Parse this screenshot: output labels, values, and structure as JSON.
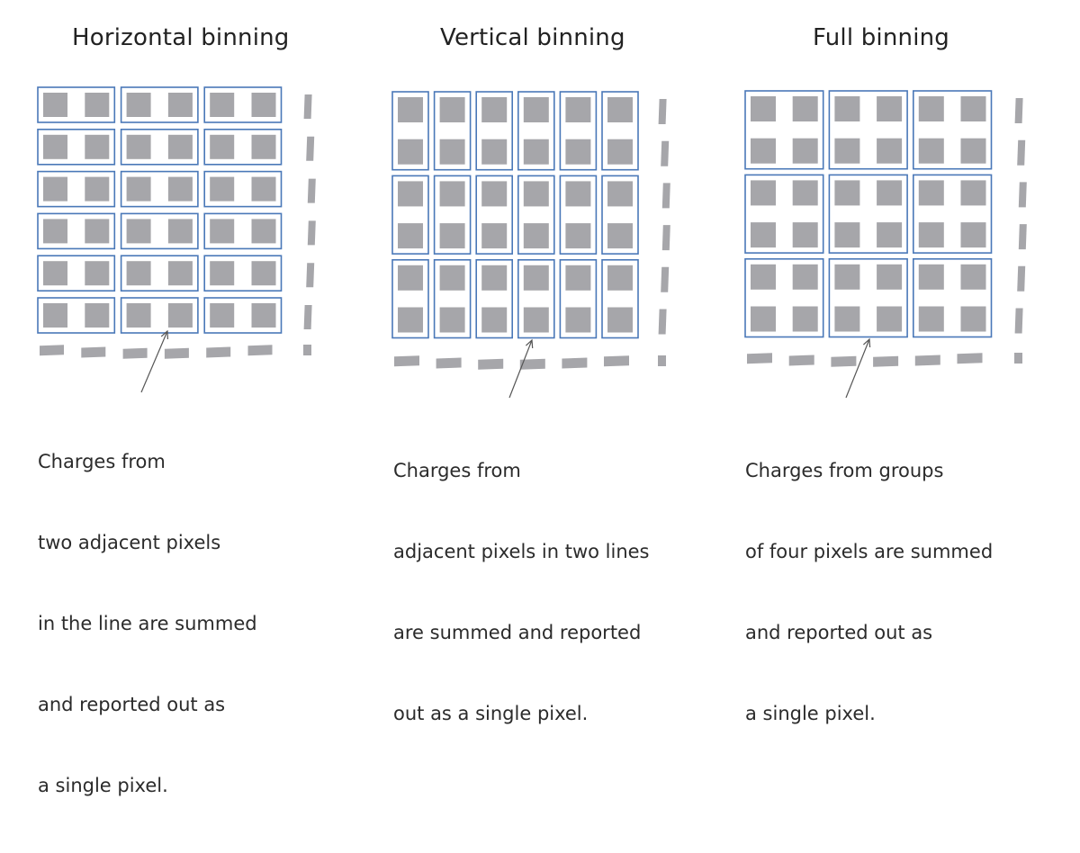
{
  "colors": {
    "pixel": "#a6a6aa",
    "bin_border": "#4a78b8",
    "text": "#222222",
    "pointer": "#555555",
    "background": "#ffffff"
  },
  "panels": [
    {
      "title": "Horizontal binning",
      "caption_lines": [
        "Charges from",
        "two adjacent pixels",
        "in the line are summed",
        "and reported out as",
        "a single pixel."
      ],
      "bin_pixels_wide": 2,
      "bin_pixels_tall": 1
    },
    {
      "title": "Vertical binning",
      "caption_lines": [
        "Charges from",
        "adjacent pixels in two lines",
        "are summed and reported",
        "out as a single pixel."
      ],
      "bin_pixels_wide": 1,
      "bin_pixels_tall": 2
    },
    {
      "title": "Full binning",
      "caption_lines": [
        "Charges from groups",
        "of four pixels are summed",
        "and reported out as",
        "a single pixel."
      ],
      "bin_pixels_wide": 2,
      "bin_pixels_tall": 2
    }
  ]
}
